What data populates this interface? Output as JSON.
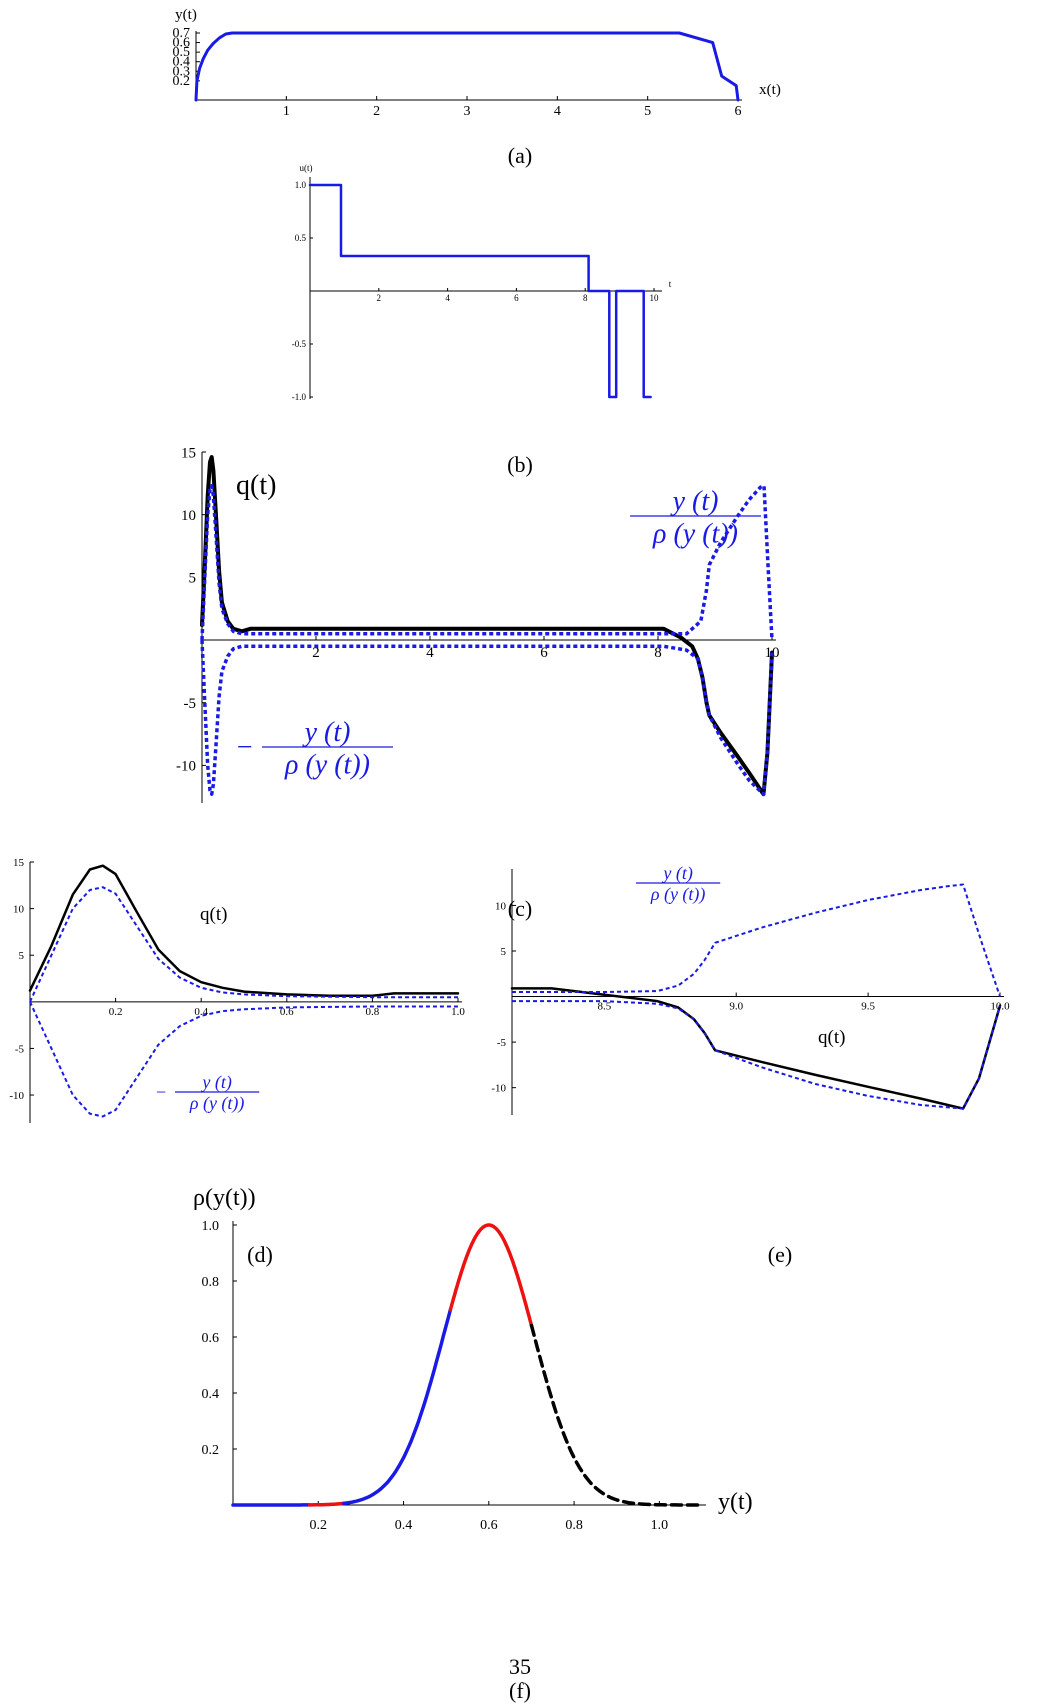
{
  "page_number": "35",
  "colors": {
    "blue": "#1a1ae6",
    "black": "#000000",
    "red": "#ee1111"
  },
  "captions": {
    "a": "(a)",
    "b": "(b)",
    "c": "(c)",
    "d": "(d)",
    "e": "(e)",
    "f": "(f)"
  },
  "chart_data": [
    {
      "id": "a",
      "type": "line",
      "xlabel": "x(t)",
      "ylabel": "y(t)",
      "xlim": [
        0,
        6
      ],
      "ylim": [
        0,
        0.7
      ],
      "xticks": [
        "1",
        "2",
        "3",
        "4",
        "5",
        "6"
      ],
      "yticks": [
        "0.2",
        "0.3",
        "0.4",
        "0.5",
        "0.6",
        "0.7"
      ],
      "series": [
        {
          "color": "#1a1ae6",
          "x": [
            0,
            0.01,
            0.04,
            0.08,
            0.13,
            0.19,
            0.26,
            0.33,
            0.4,
            5.35,
            5.72,
            5.82,
            5.98,
            6.0
          ],
          "y": [
            0,
            0.2,
            0.33,
            0.43,
            0.52,
            0.59,
            0.65,
            0.69,
            0.7,
            0.7,
            0.6,
            0.25,
            0.15,
            0.0
          ]
        }
      ]
    },
    {
      "id": "b",
      "type": "line",
      "xlabel": "t",
      "ylabel": "u(t)",
      "xlim": [
        0,
        10
      ],
      "ylim": [
        -1,
        1
      ],
      "xticks": [
        "2",
        "4",
        "6",
        "8",
        "10"
      ],
      "yticks": [
        "1.0",
        "0.5",
        "-0.5",
        "-1.0"
      ],
      "series": [
        {
          "color": "#1a1ae6",
          "x": [
            0,
            0.9,
            0.9,
            8.1,
            8.1,
            8.7,
            8.7,
            8.9,
            8.9,
            9.7,
            9.7,
            9.9
          ],
          "y": [
            1,
            1,
            0.33,
            0.33,
            0,
            0,
            -1,
            -1,
            0,
            0,
            -1,
            -1
          ]
        }
      ]
    },
    {
      "id": "c",
      "type": "line",
      "xlim": [
        0,
        10
      ],
      "ylim": [
        -13,
        15
      ],
      "xticks": [
        "2",
        "4",
        "6",
        "8",
        "10"
      ],
      "yticks": [
        "15",
        "10",
        "5",
        "-5",
        "-10"
      ],
      "annotations": [
        "q(t)",
        "y (t)",
        "ρ (y (t))",
        "−"
      ],
      "series": [
        {
          "name": "q(t)",
          "color": "#000000",
          "style": "solid",
          "x": [
            0,
            0.05,
            0.1,
            0.14,
            0.17,
            0.2,
            0.25,
            0.3,
            0.35,
            0.45,
            0.55,
            0.7,
            0.85,
            8.1,
            8.4,
            8.6,
            8.7,
            8.78,
            8.85,
            8.9,
            9.1,
            9.4,
            9.6,
            9.85,
            9.92,
            10.0
          ],
          "y": [
            1.2,
            6,
            11.5,
            14.2,
            14.6,
            13.5,
            9.5,
            5.5,
            3,
            1.5,
            0.9,
            0.7,
            0.9,
            0.9,
            0.2,
            -0.5,
            -1.5,
            -3,
            -5,
            -6,
            -7.4,
            -9.3,
            -10.6,
            -12.3,
            -9,
            -1
          ]
        },
        {
          "name": "y (t) / ρ (y (t))",
          "color": "#1a1ae6",
          "style": "dotted",
          "x": [
            0,
            0.05,
            0.1,
            0.14,
            0.17,
            0.2,
            0.25,
            0.3,
            0.35,
            0.45,
            0.55,
            0.7,
            0.85,
            8.1,
            8.5,
            8.75,
            8.85,
            8.9,
            9.1,
            9.4,
            9.6,
            9.8,
            9.86,
            9.93,
            10.0
          ],
          "y": [
            0,
            5,
            10,
            12,
            12.3,
            11.5,
            8,
            4.5,
            2.5,
            1.3,
            0.7,
            0.5,
            0.5,
            0.5,
            0.5,
            1.5,
            4,
            6,
            7.8,
            9.9,
            11.2,
            12.2,
            12.3,
            6,
            0
          ]
        },
        {
          "name": "− y (t) / ρ (y (t))",
          "color": "#1a1ae6",
          "style": "dotted",
          "x": [
            0,
            0.05,
            0.1,
            0.14,
            0.17,
            0.2,
            0.25,
            0.3,
            0.35,
            0.45,
            0.55,
            0.7,
            0.85,
            8.1,
            8.5,
            8.7,
            8.78,
            8.85,
            8.9,
            9.1,
            9.4,
            9.6,
            9.85,
            9.92,
            10.0
          ],
          "y": [
            0,
            -5,
            -10,
            -12,
            -12.3,
            -11.5,
            -8,
            -4.5,
            -2.5,
            -1.3,
            -0.7,
            -0.5,
            -0.5,
            -0.5,
            -0.8,
            -1.5,
            -3,
            -5,
            -6,
            -7.8,
            -9.9,
            -11.2,
            -12.3,
            -9,
            -1
          ]
        }
      ]
    },
    {
      "id": "d",
      "type": "line",
      "xlim": [
        0,
        1
      ],
      "ylim": [
        -13,
        15
      ],
      "xticks": [
        "0.2",
        "0.4",
        "0.6",
        "0.8",
        "1.0"
      ],
      "yticks": [
        "15",
        "10",
        "5",
        "-5",
        "-10"
      ],
      "annotations": [
        "q(t)",
        "y (t)",
        "ρ (y (t))",
        "−"
      ],
      "series": [
        {
          "name": "q(t)",
          "color": "#000000",
          "style": "solid",
          "x": [
            0,
            0.05,
            0.1,
            0.14,
            0.17,
            0.2,
            0.25,
            0.3,
            0.35,
            0.4,
            0.45,
            0.5,
            0.6,
            0.7,
            0.8,
            0.85,
            0.9,
            1.0
          ],
          "y": [
            1.2,
            6,
            11.5,
            14.2,
            14.6,
            13.7,
            9.6,
            5.6,
            3.3,
            2.1,
            1.5,
            1.1,
            0.8,
            0.65,
            0.65,
            0.9,
            0.9,
            0.9
          ]
        },
        {
          "name": "y (t) / ρ (y (t))",
          "color": "#1a1ae6",
          "style": "dotted",
          "x": [
            0,
            0.05,
            0.1,
            0.14,
            0.17,
            0.2,
            0.25,
            0.3,
            0.35,
            0.4,
            0.45,
            0.5,
            0.6,
            0.7,
            0.8,
            0.9,
            1.0
          ],
          "y": [
            0,
            5,
            10,
            12,
            12.3,
            11.6,
            8.1,
            4.6,
            2.6,
            1.5,
            1.0,
            0.8,
            0.6,
            0.55,
            0.5,
            0.5,
            0.5
          ]
        },
        {
          "name": "− y (t) / ρ (y (t))",
          "color": "#1a1ae6",
          "style": "dotted",
          "x": [
            0,
            0.05,
            0.1,
            0.14,
            0.17,
            0.2,
            0.25,
            0.3,
            0.35,
            0.4,
            0.45,
            0.5,
            0.6,
            0.7,
            0.8,
            0.9,
            1.0
          ],
          "y": [
            0,
            -5,
            -10,
            -12,
            -12.3,
            -11.6,
            -8.1,
            -4.6,
            -2.6,
            -1.5,
            -1.0,
            -0.8,
            -0.6,
            -0.55,
            -0.5,
            -0.5,
            -0.5
          ]
        }
      ]
    },
    {
      "id": "e",
      "type": "line",
      "xlim": [
        8.15,
        10
      ],
      "ylim": [
        -13,
        14
      ],
      "xticks": [
        "8.5",
        "9.0",
        "9.5",
        "10.0"
      ],
      "yticks": [
        "10",
        "5",
        "-5",
        "-10"
      ],
      "annotations": [
        "q(t)",
        "y (t)",
        "ρ (y (t))"
      ],
      "series": [
        {
          "name": "q(t)",
          "color": "#000000",
          "style": "solid",
          "x": [
            8.15,
            8.3,
            8.5,
            8.7,
            8.78,
            8.84,
            8.88,
            8.92,
            9.1,
            9.3,
            9.5,
            9.7,
            9.86,
            9.92,
            10.0
          ],
          "y": [
            0.9,
            0.9,
            0.2,
            -0.5,
            -1.2,
            -2.5,
            -4,
            -5.9,
            -7.2,
            -8.6,
            -9.9,
            -11.2,
            -12.3,
            -9,
            -1
          ]
        },
        {
          "name": "y (t) / ρ (y (t))",
          "color": "#1a1ae6",
          "style": "dotted",
          "x": [
            8.15,
            8.5,
            8.7,
            8.78,
            8.84,
            8.88,
            8.92,
            9.1,
            9.3,
            9.5,
            9.7,
            9.8,
            9.86,
            9.93,
            10.0
          ],
          "y": [
            0.5,
            0.5,
            0.6,
            1.2,
            2.5,
            4,
            5.9,
            7.6,
            9.2,
            10.6,
            11.7,
            12.1,
            12.3,
            6,
            0
          ]
        },
        {
          "name": "− y (t) / ρ (y (t))",
          "color": "#1a1ae6",
          "style": "dotted",
          "x": [
            8.15,
            8.5,
            8.7,
            8.78,
            8.84,
            8.88,
            8.92,
            9.1,
            9.3,
            9.5,
            9.7,
            9.86,
            9.92,
            10.0
          ],
          "y": [
            -0.5,
            -0.5,
            -0.8,
            -1.3,
            -2.5,
            -4,
            -5.9,
            -7.8,
            -9.6,
            -10.9,
            -11.9,
            -12.3,
            -9,
            -1
          ]
        }
      ]
    },
    {
      "id": "f",
      "type": "line",
      "xlabel": "y(t)",
      "ylabel": "ρ(y(t))",
      "xlim": [
        0,
        1.1
      ],
      "ylim": [
        0,
        1.0
      ],
      "xticks": [
        "0.2",
        "0.4",
        "0.6",
        "0.8",
        "1.0"
      ],
      "yticks": [
        "0.2",
        "0.4",
        "0.6",
        "0.8",
        "1.0"
      ],
      "curve": {
        "center": 0.6,
        "width": 0.15,
        "peak": 1.0
      },
      "segments": [
        {
          "from": 0.0,
          "to": 0.18,
          "color": "#1a1ae6",
          "style": "solid"
        },
        {
          "from": 0.18,
          "to": 0.26,
          "color": "#ee1111",
          "style": "solid"
        },
        {
          "from": 0.26,
          "to": 0.51,
          "color": "#1a1ae6",
          "style": "solid"
        },
        {
          "from": 0.51,
          "to": 0.7,
          "color": "#ee1111",
          "style": "solid"
        },
        {
          "from": 0.7,
          "to": 1.1,
          "color": "#000000",
          "style": "dashed"
        }
      ]
    }
  ]
}
